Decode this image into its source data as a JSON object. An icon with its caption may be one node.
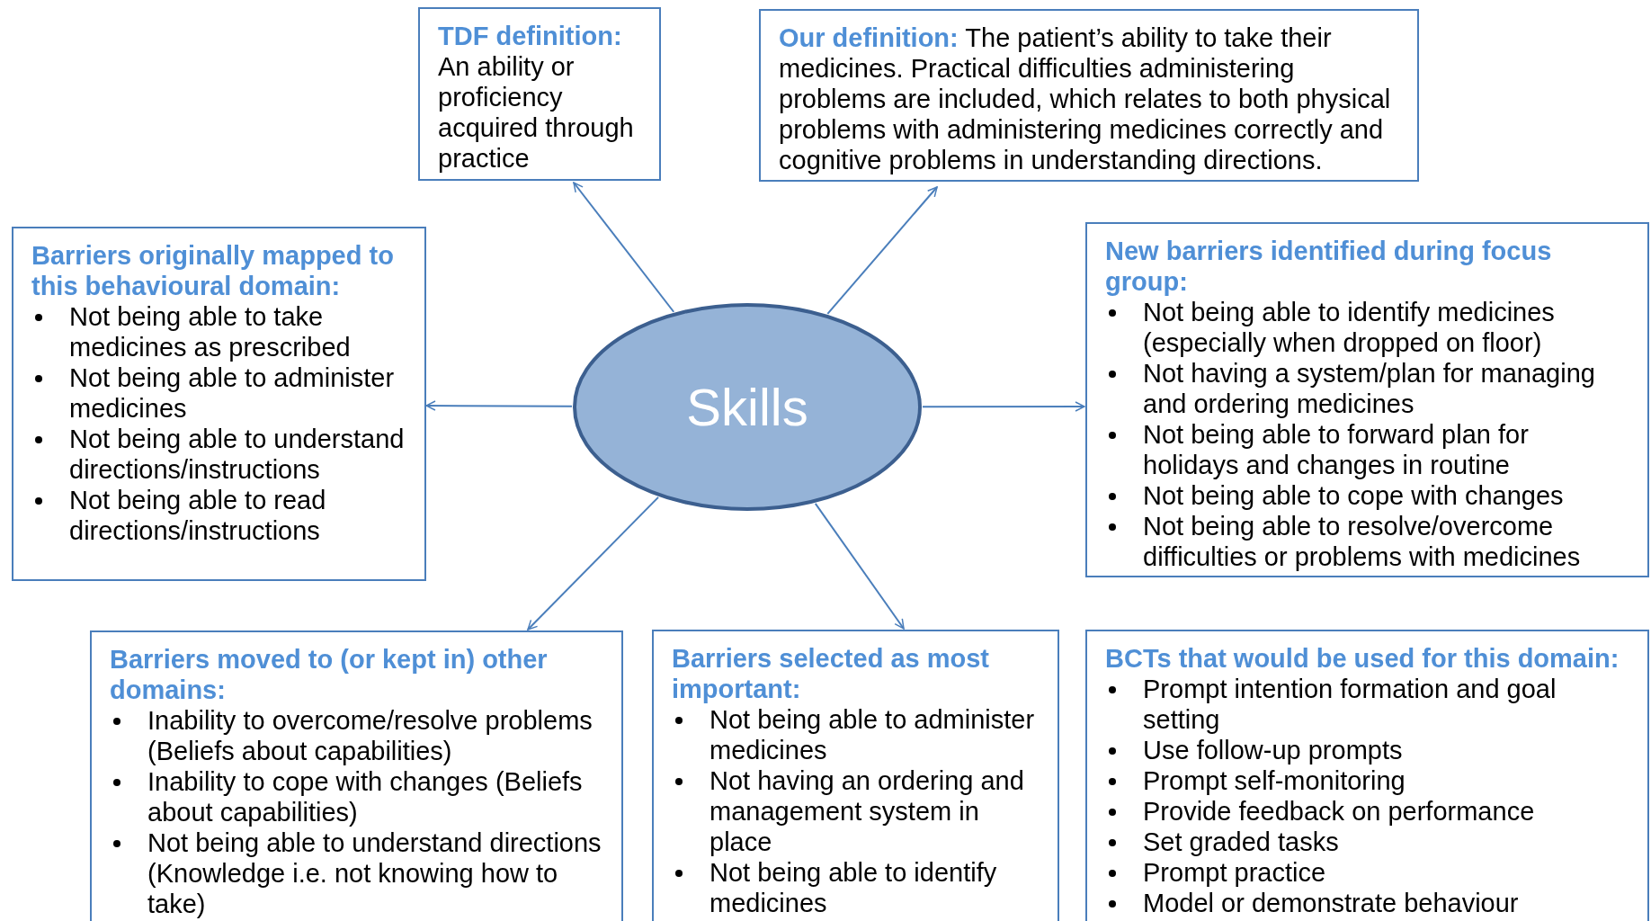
{
  "diagram": {
    "nodes": [
      {
        "text": [
          "TDF definition:",
          "An ability or proficiency acquired through practice"
        ]
      },
      {
        "text": [
          "Our definition:",
          "The patient’s ability to take their medicines. Practical difficulties administering problems are included, which relates to both physical problems with administering medicines correctly and cognitive problems in understanding directions."
        ]
      },
      {
        "text": [
          "Barriers originally mapped to this behavioural domain:",
          "Not being able to take medicines as prescribed",
          "Not being able to administer medicines",
          "Not being able to understand directions/instructions",
          "Not being able to read directions/instructions"
        ]
      },
      {
        "text": [
          "Skills"
        ]
      },
      {
        "text": [
          "New barriers identified during focus group:",
          "Not being able to identify medicines (especially when dropped on floor)",
          "Not having a system/plan for managing and ordering medicines",
          "Not being able to forward plan for holidays and changes in routine",
          "Not being able to cope with changes",
          "Not being able to resolve/overcome difficulties or problems with medicines"
        ]
      },
      {
        "text": [
          "Barriers moved to (or kept in) other domains:",
          "Inability to overcome/resolve problems (Beliefs about capabilities)",
          "Inability to cope with changes (Beliefs about capabilities)",
          "Not being able to understand directions (Knowledge i.e. not knowing how to take)"
        ]
      },
      {
        "text": [
          "Barriers selected as most important:",
          "Not being able to administer medicines",
          "Not having an ordering and management system in place",
          "Not being able to identify medicines"
        ]
      },
      {
        "text": [
          "BCTs that would be used for this domain:",
          "Prompt intention formation and goal setting",
          "Use follow-up prompts",
          "Prompt self-monitoring",
          "Provide feedback on performance",
          "Set graded tasks",
          "Prompt practice",
          "Model or demonstrate behaviour"
        ]
      }
    ],
    "edges": [
      {
        "from": 3,
        "to": 0,
        "arrow": "to"
      },
      {
        "from": 3,
        "to": 1,
        "arrow": "to"
      },
      {
        "from": 3,
        "to": 2,
        "arrow": "to"
      },
      {
        "from": 3,
        "to": 4,
        "arrow": "to"
      },
      {
        "from": 3,
        "to": 5,
        "arrow": "to"
      },
      {
        "from": 3,
        "to": 6,
        "arrow": "to"
      }
    ]
  }
}
